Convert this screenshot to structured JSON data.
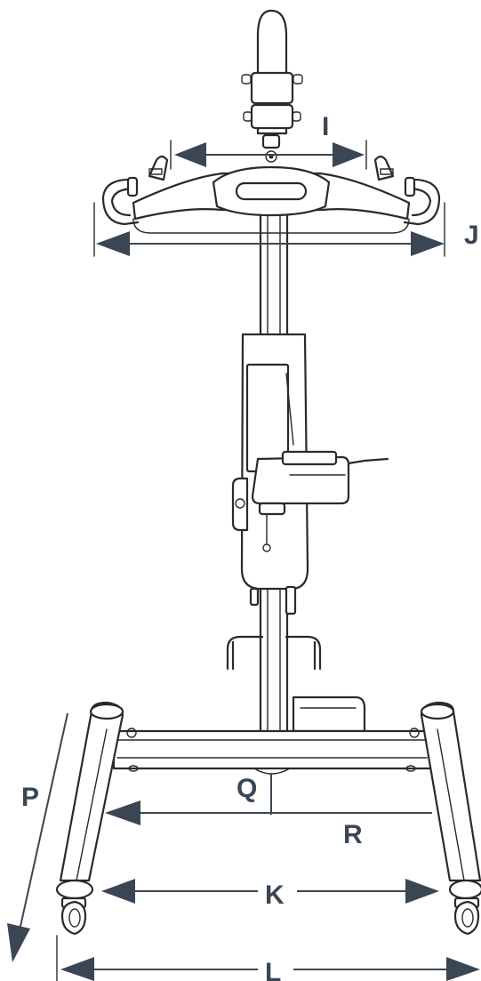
{
  "diagram": {
    "labels": {
      "I": "I",
      "J": "J",
      "P": "P",
      "Q": "Q",
      "R": "R",
      "K": "K",
      "L": "L"
    },
    "colors": {
      "line": "#2a2a2a",
      "dimension": "#3a4654",
      "background": "#ffffff"
    }
  }
}
